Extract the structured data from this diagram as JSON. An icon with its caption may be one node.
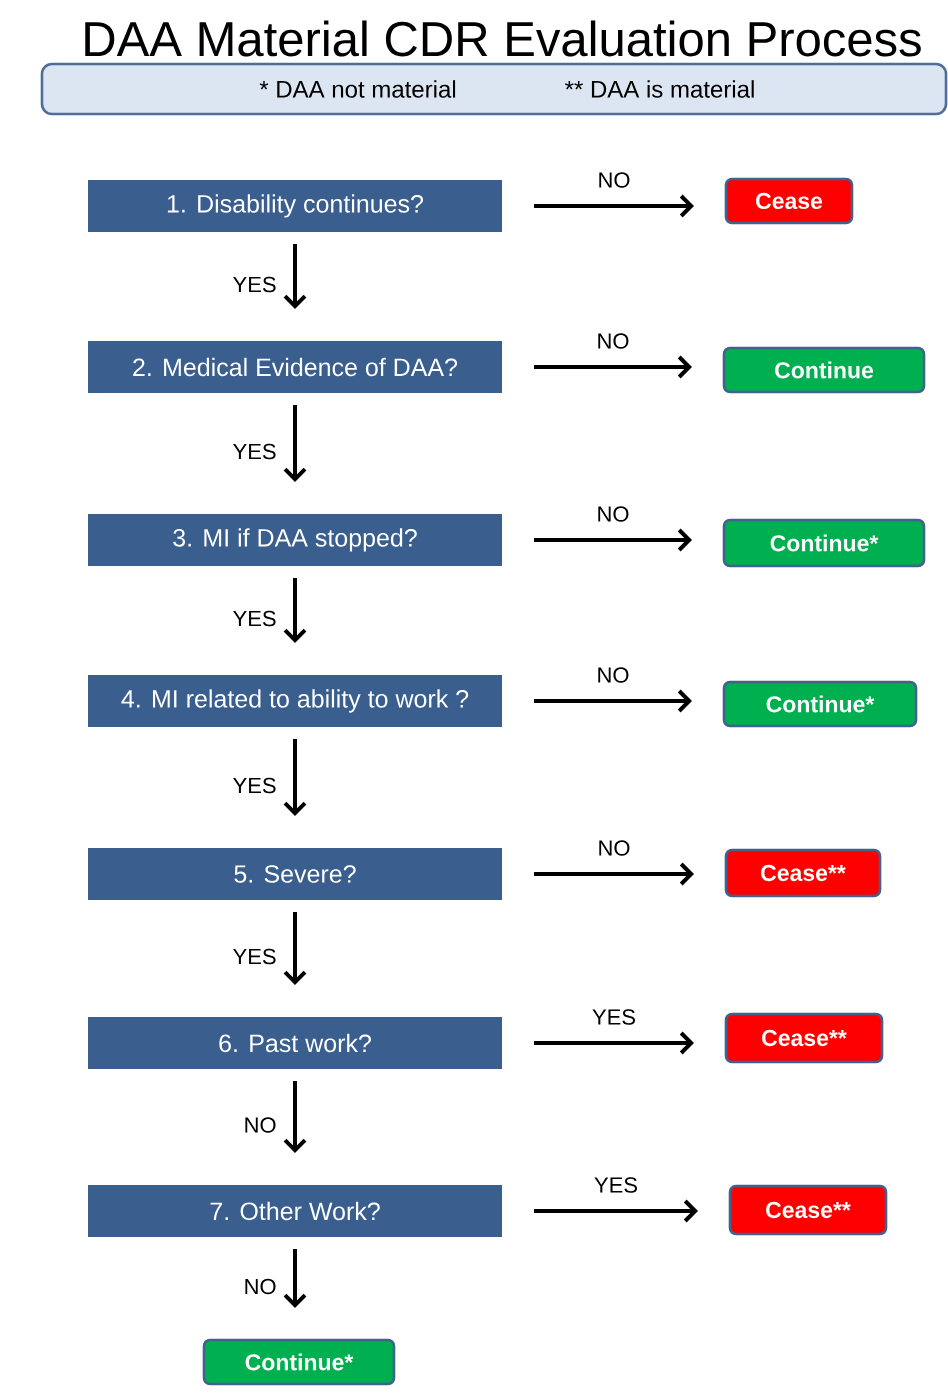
{
  "diagram": {
    "title": "DAA Material CDR Evaluation Process",
    "nodes": [
      {
        "text": [
          "* DAA not material",
          "** DAA is material"
        ]
      },
      {
        "text": [
          "1. Disability continues?"
        ]
      },
      {
        "text": [
          "Cease"
        ]
      },
      {
        "text": [
          "2. Medical Evidence of DAA?"
        ]
      },
      {
        "text": [
          "Continue"
        ]
      },
      {
        "text": [
          "3. MI if DAA stopped?"
        ]
      },
      {
        "text": [
          "Continue*"
        ]
      },
      {
        "text": [
          "4. MI related to ability to work ?"
        ]
      },
      {
        "text": [
          "Continue*"
        ]
      },
      {
        "text": [
          "5. Severe?"
        ]
      },
      {
        "text": [
          "Cease**"
        ]
      },
      {
        "text": [
          "6. Past work?"
        ]
      },
      {
        "text": [
          "Cease**"
        ]
      },
      {
        "text": [
          "7. Other Work?"
        ]
      },
      {
        "text": [
          "Cease**"
        ]
      },
      {
        "text": [
          "Continue*"
        ]
      }
    ],
    "edges": [
      {
        "from": 1,
        "to": 2,
        "arrow": "to",
        "label": "NO"
      },
      {
        "from": 1,
        "to": 3,
        "arrow": "to",
        "label": "YES"
      },
      {
        "from": 3,
        "to": 4,
        "arrow": "to",
        "label": "NO"
      },
      {
        "from": 3,
        "to": 5,
        "arrow": "to",
        "label": "YES"
      },
      {
        "from": 5,
        "to": 6,
        "arrow": "to",
        "label": "NO"
      },
      {
        "from": 5,
        "to": 7,
        "arrow": "to",
        "label": "YES"
      },
      {
        "from": 7,
        "to": 8,
        "arrow": "to",
        "label": "NO"
      },
      {
        "from": 7,
        "to": 9,
        "arrow": "to",
        "label": "YES"
      },
      {
        "from": 9,
        "to": 10,
        "arrow": "to",
        "label": "NO"
      },
      {
        "from": 9,
        "to": 11,
        "arrow": "to",
        "label": "YES"
      },
      {
        "from": 11,
        "to": 12,
        "arrow": "to",
        "label": "YES"
      },
      {
        "from": 11,
        "to": 13,
        "arrow": "to",
        "label": "NO"
      },
      {
        "from": 13,
        "to": 14,
        "arrow": "to",
        "label": "YES"
      },
      {
        "from": 13,
        "to": 15,
        "arrow": "to",
        "label": "NO"
      }
    ]
  }
}
